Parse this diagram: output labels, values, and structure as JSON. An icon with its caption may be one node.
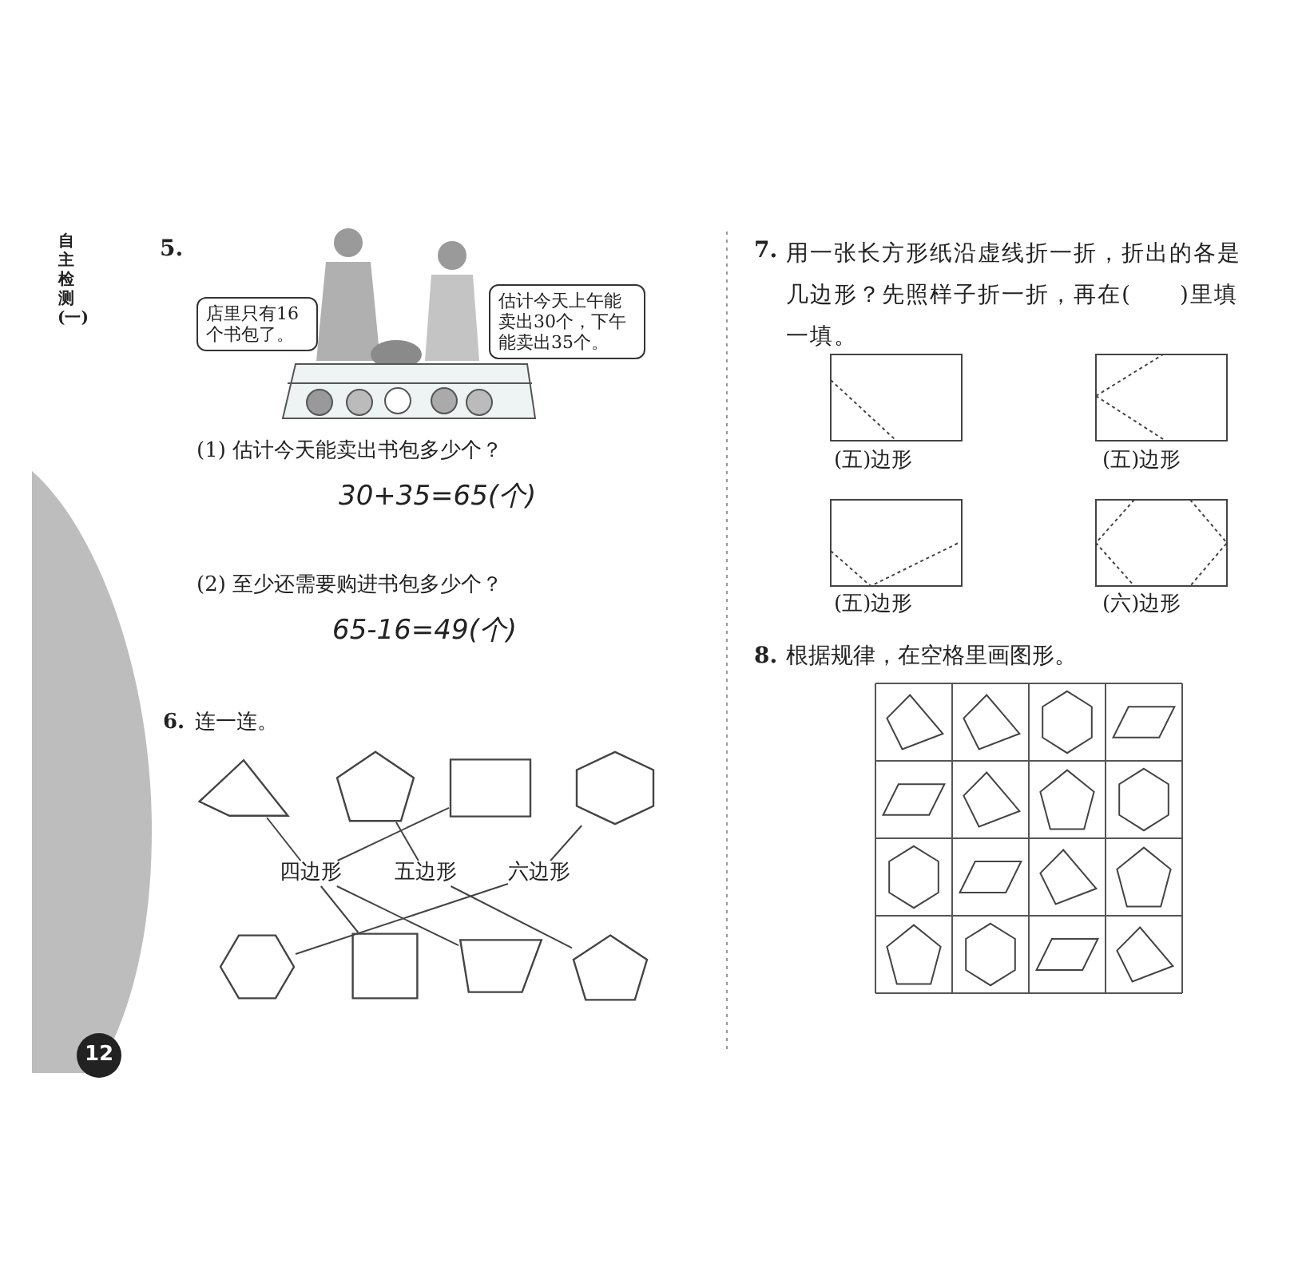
{
  "diagram": {
    "nodes": [
      {
        "text": [
          "店里只有16个书包了。"
        ]
      },
      {
        "text": [
          "估计今天上午能卖出30个，下午能卖出35个。"
        ]
      },
      {
        "text": [],
        "shape": "quadrilateral"
      },
      {
        "text": [],
        "shape": "pentagon"
      },
      {
        "text": [],
        "shape": "box"
      },
      {
        "text": [],
        "shape": "hexagon"
      },
      {
        "text": [
          "四边形"
        ]
      },
      {
        "text": [
          "五边形"
        ]
      },
      {
        "text": [
          "六边形"
        ]
      },
      {
        "text": [],
        "shape": "hexagon"
      },
      {
        "text": [],
        "shape": "box"
      },
      {
        "text": [],
        "shape": "trapezoid"
      },
      {
        "text": [],
        "shape": "pentagon"
      }
    ],
    "edges": [
      {
        "from": 2,
        "to": 6,
        "arrow": "none"
      },
      {
        "from": 3,
        "to": 7,
        "arrow": "none"
      },
      {
        "from": 4,
        "to": 6,
        "arrow": "none"
      },
      {
        "from": 5,
        "to": 8,
        "arrow": "none"
      },
      {
        "from": 8,
        "to": 9,
        "arrow": "none"
      },
      {
        "from": 6,
        "to": 10,
        "arrow": "none"
      },
      {
        "from": 6,
        "to": 11,
        "arrow": "none"
      },
      {
        "from": 7,
        "to": 12,
        "arrow": "none"
      }
    ],
    "labels": [
      "自主检测(一)",
      "5.",
      "(1) 估计今天能卖出书包多少个？",
      "30+35=65(个)",
      "(2) 至少还需要购进书包多少个？",
      "65-16=49(个)",
      "6.",
      "连一连。",
      "7.",
      "用一张长方形纸沿虚线折一折，折出的各是几边形？先照样子折一折，再在(　　)里填一填。",
      "(五)边形",
      "(五)边形",
      "(五)边形",
      "(六)边形",
      "8.",
      "根据规律，在空格里画图形。",
      "12"
    ]
  }
}
